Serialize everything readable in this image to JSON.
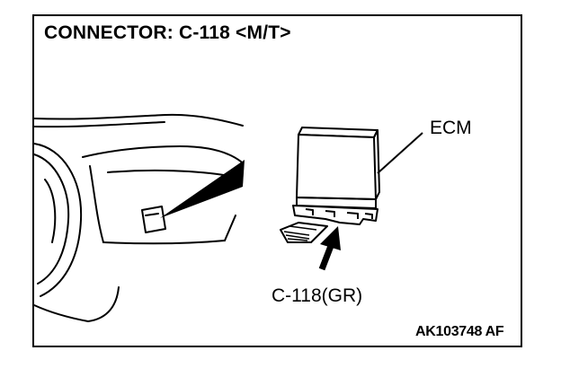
{
  "diagram": {
    "title": "CONNECTOR: C-118 <M/T>",
    "component_label": "ECM",
    "connector_label": "C-118(GR)",
    "figure_code": "AK103748 AF"
  }
}
